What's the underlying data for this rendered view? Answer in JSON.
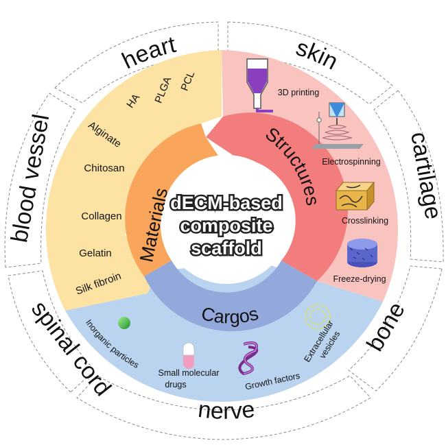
{
  "center": {
    "line1": "dECM-based",
    "line2": "composite",
    "line3": "scaffold"
  },
  "sectors": {
    "materials": "Materials",
    "structures": "Structures",
    "cargos": "Cargos"
  },
  "tissues": {
    "heart": "heart",
    "skin": "skin",
    "cartilage": "cartilage",
    "bone": "bone",
    "nerve": "nerve",
    "spinal_cord": "spinal cord",
    "blood_vessel": "blood vessel"
  },
  "materials": {
    "pcl": "PCL",
    "plga": "PLGA",
    "ha": "HA",
    "alginate": "Alginate",
    "chitosan": "Chitosan",
    "collagen": "Collagen",
    "gelatin": "Gelatin",
    "silk_fibroin": "Silk fibroin"
  },
  "structures": {
    "printing": "3D printing",
    "electrospinning": "Electrospinning",
    "crosslinking": "Crosslinking",
    "freeze_drying": "Freeze-drying"
  },
  "cargos": {
    "inorganic": "Inorganic particles",
    "small_line1": "Small molecular",
    "small_line2": "drugs",
    "growth": "Growth factors",
    "ev_line1": "Extracellular",
    "ev_line2": "vesicles"
  },
  "colors": {
    "materials_outer": "#fde3a3",
    "materials_inner": "#f9a65c",
    "structures_outer": "#f9c4c0",
    "structures_inner": "#f27d7c",
    "cargos_outer": "#bad3ee",
    "cargos_inner": "#94a9db"
  }
}
